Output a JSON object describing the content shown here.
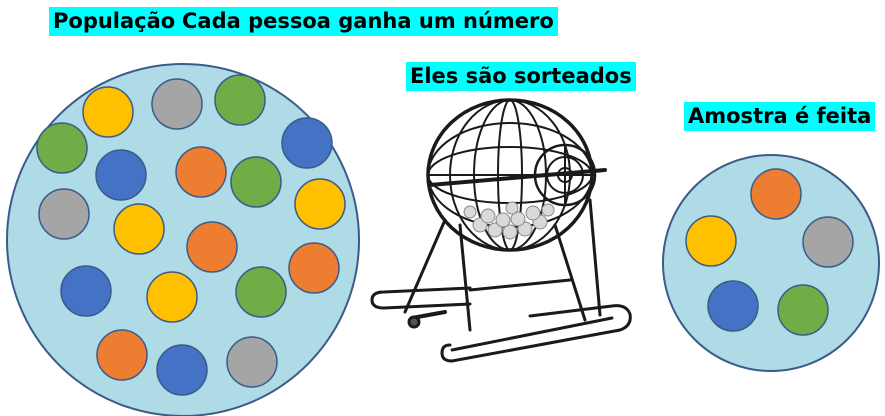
{
  "labels": {
    "population": "População",
    "each_gets_number": "Cada pessoa ganha um número",
    "drawn": "Eles são sorteados",
    "sample": "Amostra é feita"
  },
  "colors": {
    "highlight": "#00ffff",
    "circle_fill": "#aedbe6",
    "circle_stroke": "#3b5b8a",
    "yellow": "#ffc000",
    "gray": "#a5a5a5",
    "green": "#70ad47",
    "blue": "#4472c4",
    "orange": "#ed7d31"
  },
  "population_balls": [
    "yellow",
    "gray",
    "green",
    "green",
    "blue",
    "orange",
    "green",
    "blue",
    "blue",
    "gray",
    "yellow",
    "yellow",
    "orange",
    "orange",
    "blue",
    "yellow",
    "green",
    "orange",
    "blue",
    "gray"
  ],
  "sample_balls": [
    "orange",
    "yellow",
    "gray",
    "blue",
    "green"
  ],
  "icons": {
    "cage": "bingo-cage-icon"
  }
}
